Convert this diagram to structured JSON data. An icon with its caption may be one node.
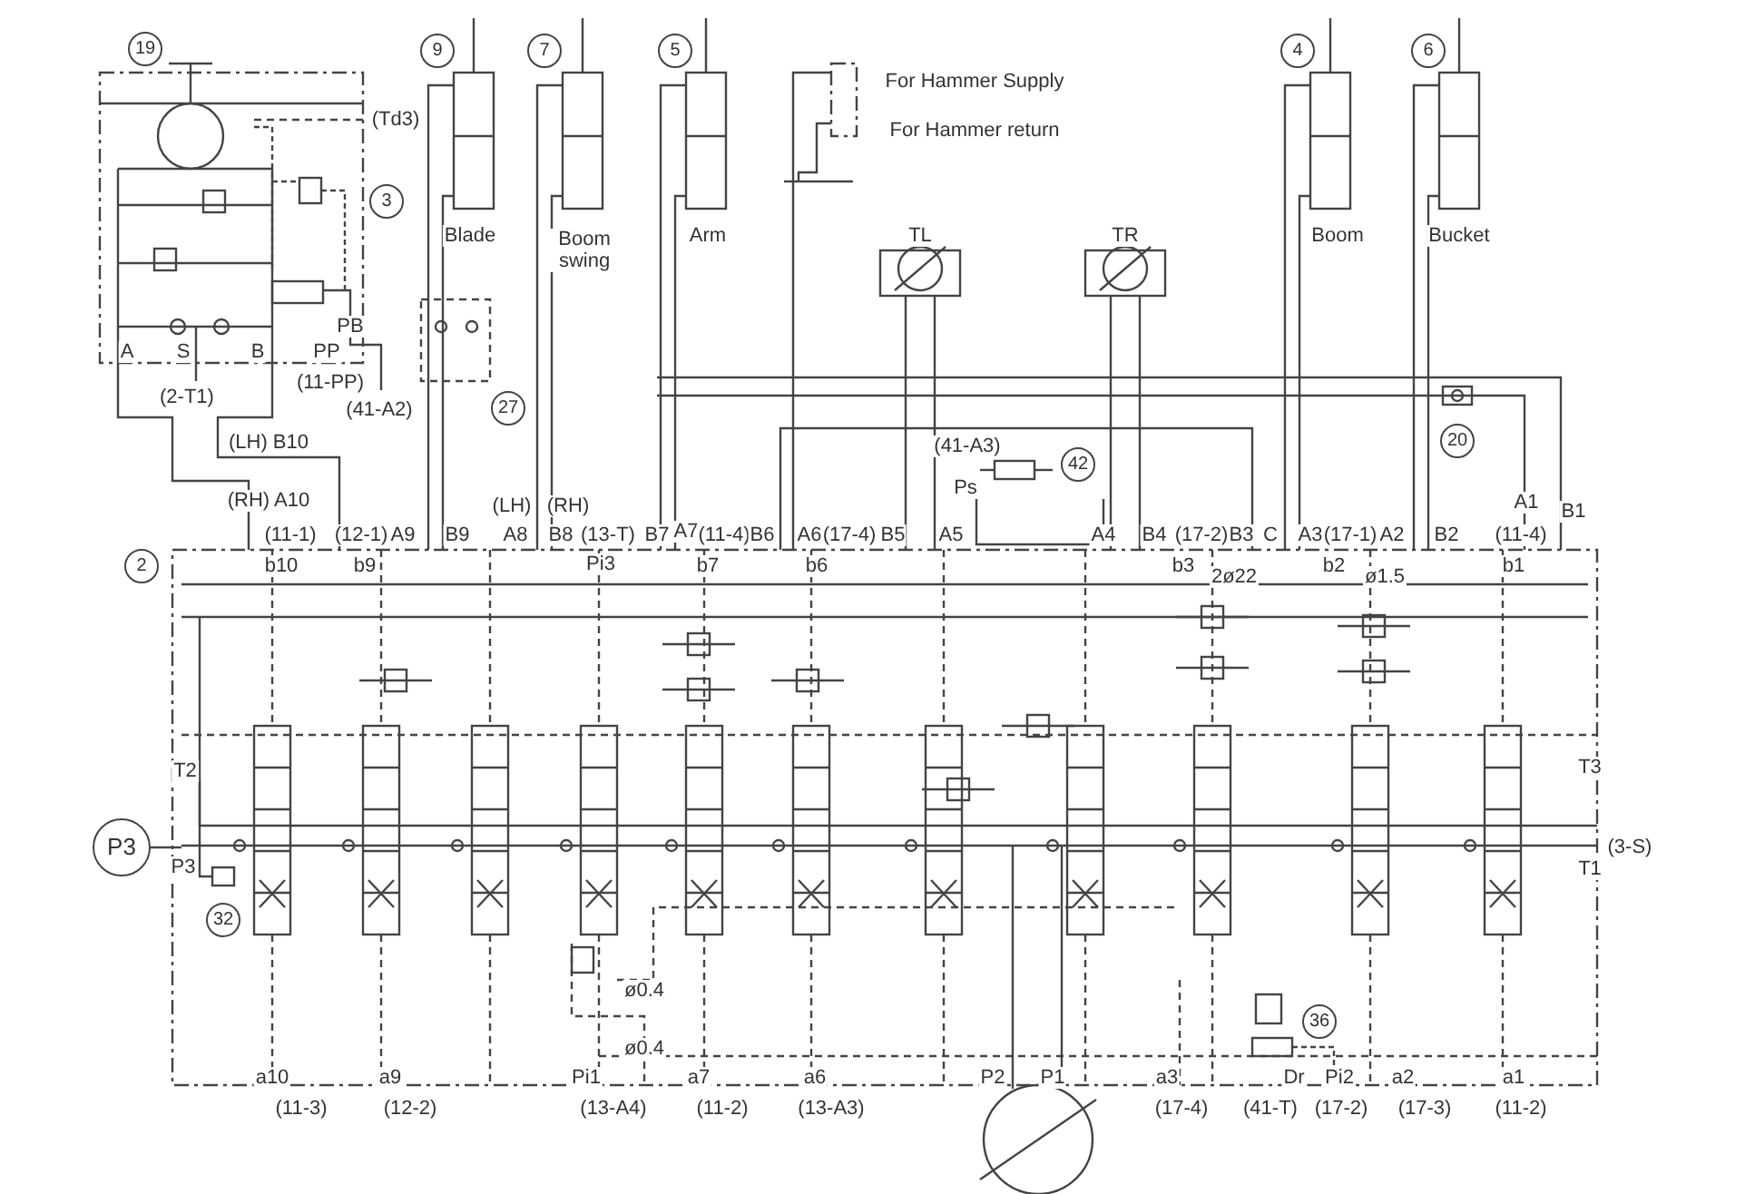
{
  "diagram": {
    "labels": [
      "19",
      "9",
      "7",
      "5",
      "4",
      "6",
      "For Hammer Supply",
      "(Td3)",
      "For Hammer return",
      "3",
      "Blade",
      "Boom swing",
      "Arm",
      "TL",
      "TR",
      "Boom",
      "Bucket",
      "PB",
      "A",
      "S",
      "B",
      "PP",
      "(11-PP)",
      "(2-T1)",
      "(41-A2)",
      "27",
      "20",
      "(41-A3)",
      "42",
      "(LH) B10",
      "Ps",
      "(RH) A10",
      "(LH)",
      "(RH)",
      "A1",
      "B1",
      "(11-1)",
      "(12-1)",
      "A9",
      "B9",
      "A8",
      "B8",
      "(13-T)",
      "B7",
      "A7",
      "(11-4)",
      "B6",
      "A6",
      "(17-4)",
      "B5",
      "A5",
      "A4",
      "B4",
      "(17-2)",
      "B3",
      "C",
      "A3",
      "(17-1)",
      "A2",
      "B2",
      "(11-4)",
      "2",
      "b10",
      "b9",
      "Pi3",
      "b7",
      "b6",
      "b3",
      "2ø22",
      "b2",
      "ø1.5",
      "b1",
      "T2",
      "T3",
      "P3",
      "P3",
      "(3-S)",
      "T1",
      "32",
      "ø0.4",
      "ø0.4",
      "36",
      "a10",
      "a9",
      "Pi1",
      "a7",
      "a6",
      "P2",
      "P1",
      "a3",
      "Dr",
      "Pi2",
      "a2",
      "a1",
      "(11-3)",
      "(12-2)",
      "(13-A4)",
      "(11-2)",
      "(13-A3)",
      "(17-4)",
      "(41-T)",
      "(17-2)",
      "(17-3)",
      "(11-2)"
    ]
  }
}
